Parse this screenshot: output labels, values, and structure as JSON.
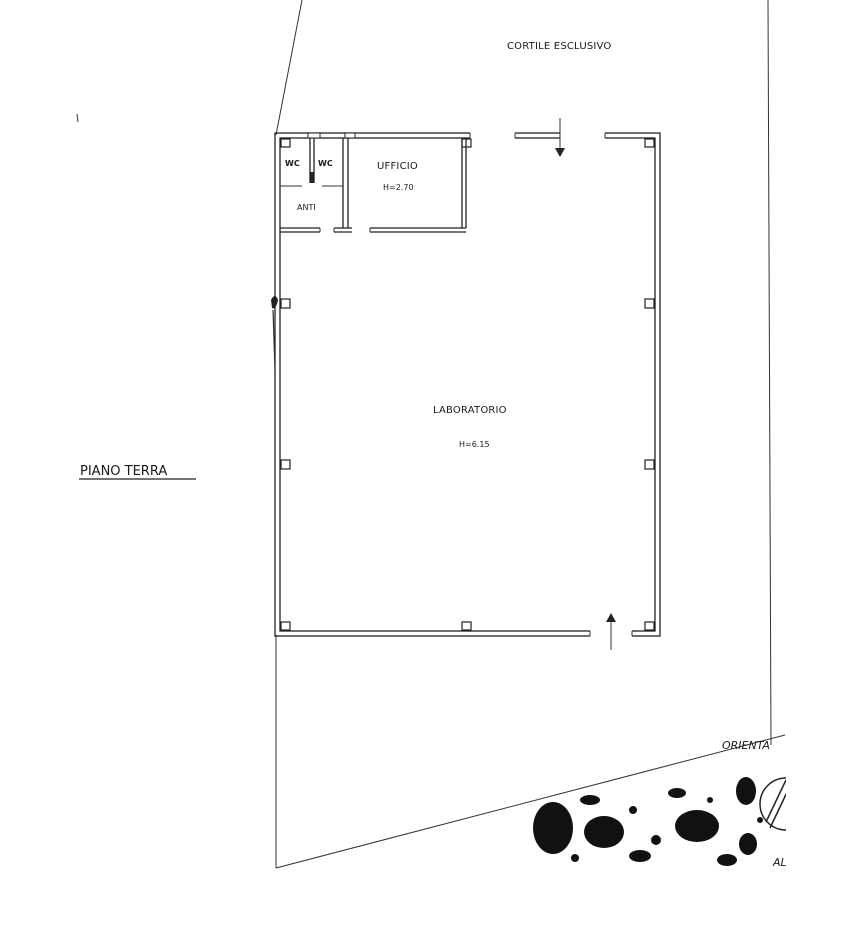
{
  "plan": {
    "title": "PIANO TERRA",
    "courtyard_label": "CORTILE ESCLUSIVO",
    "rooms": {
      "wc1": "WC",
      "wc2": "WC",
      "anti": "ANTI",
      "office": {
        "name": "UFFICIO",
        "height": "H=2.70"
      },
      "lab": {
        "name": "LABORATORIO",
        "height": "H=6.15"
      }
    },
    "orientation_fragment": "ORIENTA",
    "scale_fragment": "ALA"
  }
}
